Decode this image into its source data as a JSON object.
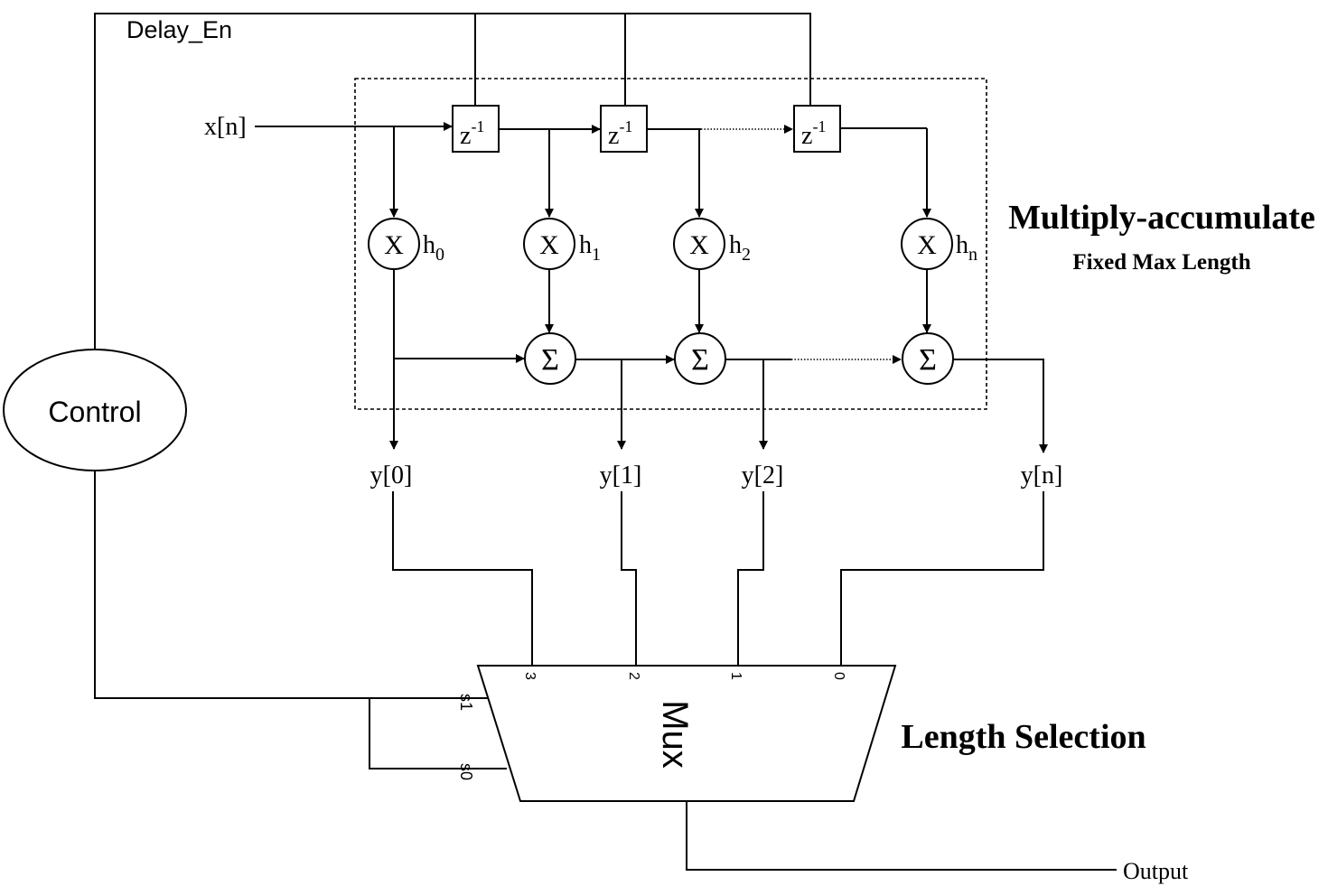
{
  "control": {
    "label": "Control"
  },
  "signals": {
    "delay_en": "Delay_En",
    "input": "x[n]",
    "output": "Output"
  },
  "delay": {
    "base": "z",
    "exp": "-1"
  },
  "multipliers": [
    {
      "symbol": "X",
      "coef": "h",
      "sub": "0"
    },
    {
      "symbol": "X",
      "coef": "h",
      "sub": "1"
    },
    {
      "symbol": "X",
      "coef": "h",
      "sub": "2"
    },
    {
      "symbol": "X",
      "coef": "h",
      "sub": "n"
    }
  ],
  "adder_symbol": "Σ",
  "outputs": [
    "y[0]",
    "y[1]",
    "y[2]",
    "y[n]"
  ],
  "mac": {
    "title": "Multiply-accumulate",
    "subtitle": "Fixed Max Length"
  },
  "mux": {
    "label": "Mux",
    "inputs": [
      "3",
      "2",
      "1",
      "0"
    ],
    "selects": [
      "s1",
      "s0"
    ]
  },
  "length_selection": "Length Selection"
}
